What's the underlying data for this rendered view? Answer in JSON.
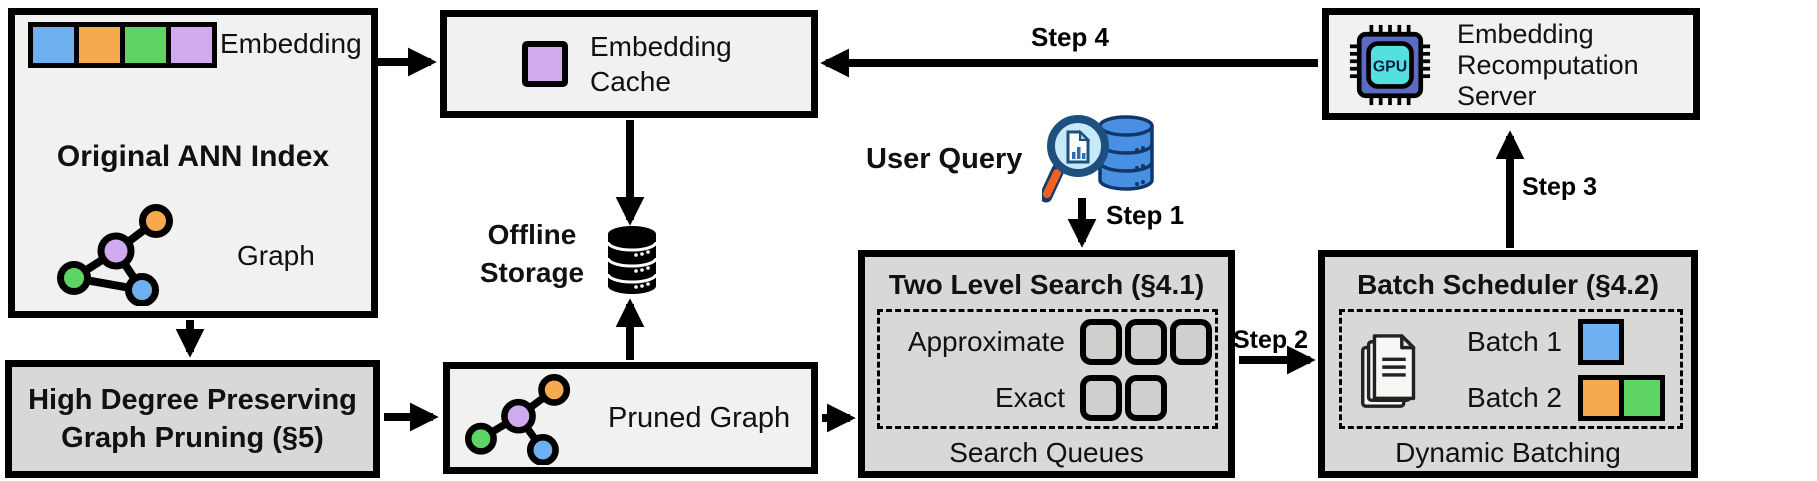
{
  "diagram": {
    "original_index": {
      "title": "Original ANN Index",
      "embedding_label": "Embedding",
      "graph_label": "Graph"
    },
    "embedding_cache": {
      "label": "Embedding Cache"
    },
    "offline_storage": {
      "label": "Offline Storage"
    },
    "user_query": {
      "label": "User Query"
    },
    "steps": {
      "step1": "Step 1",
      "step2": "Step 2",
      "step3": "Step 3",
      "step4": "Step 4"
    },
    "two_level_search": {
      "title": "Two Level Search (§4.1)",
      "rows": [
        {
          "label": "Approximate",
          "slots": 3
        },
        {
          "label": "Exact",
          "slots": 2
        }
      ],
      "footer": "Search Queues"
    },
    "batch_scheduler": {
      "title": "Batch Scheduler (§4.2)",
      "batches": [
        {
          "label": "Batch 1",
          "colors": [
            "blue"
          ]
        },
        {
          "label": "Batch 2",
          "colors": [
            "orange",
            "green"
          ]
        }
      ],
      "footer": "Dynamic Batching"
    },
    "recomputation_server": {
      "label": "Embedding Recomputation Server",
      "chip_label": "GPU"
    },
    "graph_pruning": {
      "title": "High Degree Preserving Graph Pruning (§5)"
    },
    "pruned_graph": {
      "label": "Pruned Graph"
    }
  },
  "colors": {
    "blue": "#6fb1f0",
    "orange": "#f7a94e",
    "green": "#5dd463",
    "purple": "#d0a9ee",
    "box_light": "#f1f1ef",
    "box_dark": "#d8d8d6",
    "chip_body": "#5b6cc2",
    "chip_core": "#55e0dc",
    "handle_orange": "#f4611e",
    "db_blue": "#4a90e2"
  }
}
